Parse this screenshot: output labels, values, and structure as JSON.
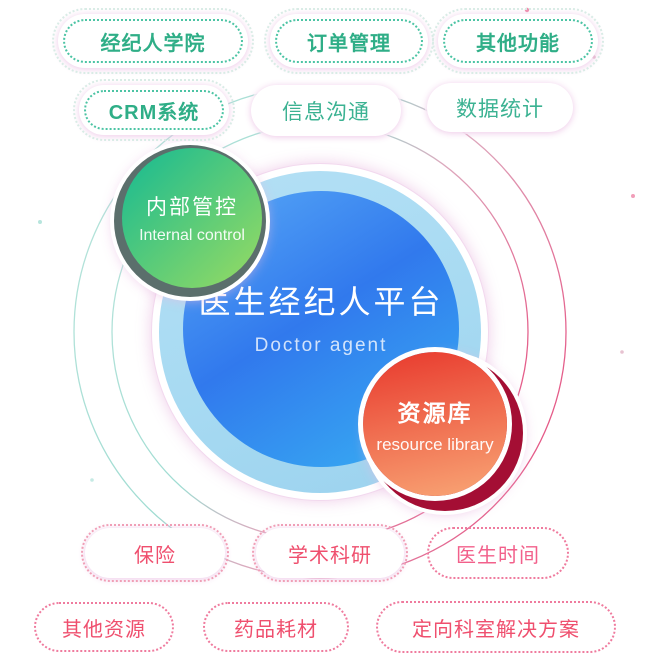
{
  "center": {
    "title": "医生经纪人平台",
    "subtitle": "Doctor agent"
  },
  "satellites": {
    "internal_control": {
      "label_zh": "内部管控",
      "label_en": "Internal control"
    },
    "resource_library": {
      "label_zh": "资源库",
      "label_en": "resource library"
    }
  },
  "pills": {
    "top": [
      {
        "label": "经纪人学院"
      },
      {
        "label": "订单管理"
      },
      {
        "label": "其他功能"
      }
    ],
    "second": [
      {
        "label": "CRM系统"
      },
      {
        "label": "信息沟通"
      },
      {
        "label": "数据统计"
      }
    ],
    "third": [
      {
        "label": "保险"
      },
      {
        "label": "学术科研"
      },
      {
        "label": "医生时间"
      }
    ],
    "bottom": [
      {
        "label": "其他资源"
      },
      {
        "label": "药品耗材"
      },
      {
        "label": "定向科室解决方案"
      }
    ]
  },
  "colors": {
    "greenText": "#2fae87",
    "tealText": "#3bb292",
    "redText": "#ef4f6e",
    "pinkText": "#f2608b",
    "tealDotted": "#4cc4a4",
    "pinkDotted": "#ef7b9e",
    "pinkDottedSoft": "#f09fb6",
    "outerDotted": "#d9ece6",
    "arcTealLight": "#b5e3da",
    "arcTeal": "#9fdcd2",
    "arcPinkLight": "#dda8bd",
    "arcPink": "#e64f80",
    "blueGradA": "#55a5f6",
    "blueGradB": "#3179ed",
    "blueGradC": "#38b2f3",
    "halo": "#a7daf2",
    "greenGradA": "#1fbc8f",
    "greenGradB": "#93da64",
    "greenRing": "#5b6f6c",
    "crimson": "#a40e34",
    "redGradA": "#e93f31",
    "redGradB": "#f8a273"
  }
}
